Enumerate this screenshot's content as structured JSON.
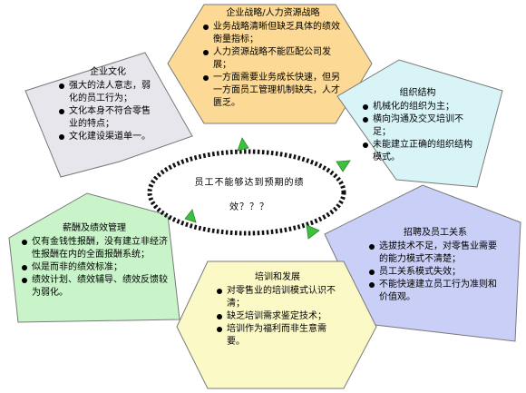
{
  "center": {
    "line1": "员工不能够达到预期的绩",
    "line2": "效？？？"
  },
  "panels": {
    "strategy": {
      "title": "企业战略/人力资源战略",
      "items": [
        "业务战略清晰但缺乏具体的绩效衡量指标；",
        "人力资源战略不能匹配公司发展；",
        "一方面需要业务成长快速，但另一方面员工管理机制缺失，人才匮乏。"
      ]
    },
    "culture": {
      "title": "企业文化",
      "items": [
        "强大的法人意志，弱化的员工行为；",
        "文化本身不符合零售业的特点；",
        "文化建设渠道单一。"
      ]
    },
    "org": {
      "title": "组织结构",
      "items": [
        "机械化的组织为主；",
        "横向沟通及交叉培训不足；",
        "未能建立正确的组织结构模式。"
      ]
    },
    "comp": {
      "title": "薪酬及绩效管理",
      "items": [
        "仅有金钱性报酬，没有建立非经济性报酬在内的全面报酬系统；",
        "似是而非的绩效标准；",
        "绩效计划、绩效辅导、绩效反馈较为弱化。"
      ]
    },
    "recruit": {
      "title": "招聘及员工关系",
      "items": [
        "选拔技术不足，对零售业需要的能力模式不清楚；",
        "员工关系模式失效；",
        "不能快速建立员工行为准则和价值观。"
      ]
    },
    "training": {
      "title": "培训和发展",
      "items": [
        "对零售业的培训模式认识不清；",
        "缺乏培训需求鉴定技术；",
        "培训作为福利而非生意需要。"
      ]
    }
  },
  "colors": {
    "strategy": "#fcd994",
    "culture": "#e6e6ec",
    "org": "#d8f4f7",
    "comp": "#c9f4c9",
    "recruit": "#c9cff6",
    "training": "#fbfac7",
    "arrow": "#3fbf3f",
    "ellipse_dots": "#111111"
  },
  "icons": [
    "bullet-dot-icon",
    "curved-arrow-icon"
  ]
}
